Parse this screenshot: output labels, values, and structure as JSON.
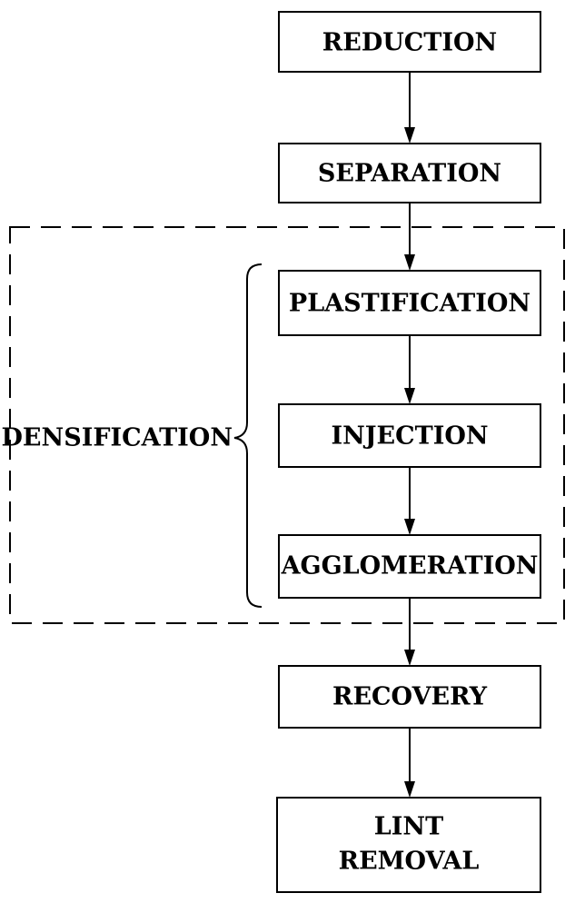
{
  "steps": {
    "reduction": "REDUCTION",
    "separation": "SEPARATION",
    "plastification": "PLASTIFICATION",
    "injection": "INJECTION",
    "agglomeration": "AGGLOMERATION",
    "recovery": "RECOVERY",
    "lint_removal_line1": "LINT",
    "lint_removal_line2": "REMOVAL"
  },
  "group": {
    "label": "DENSIFICATION"
  }
}
